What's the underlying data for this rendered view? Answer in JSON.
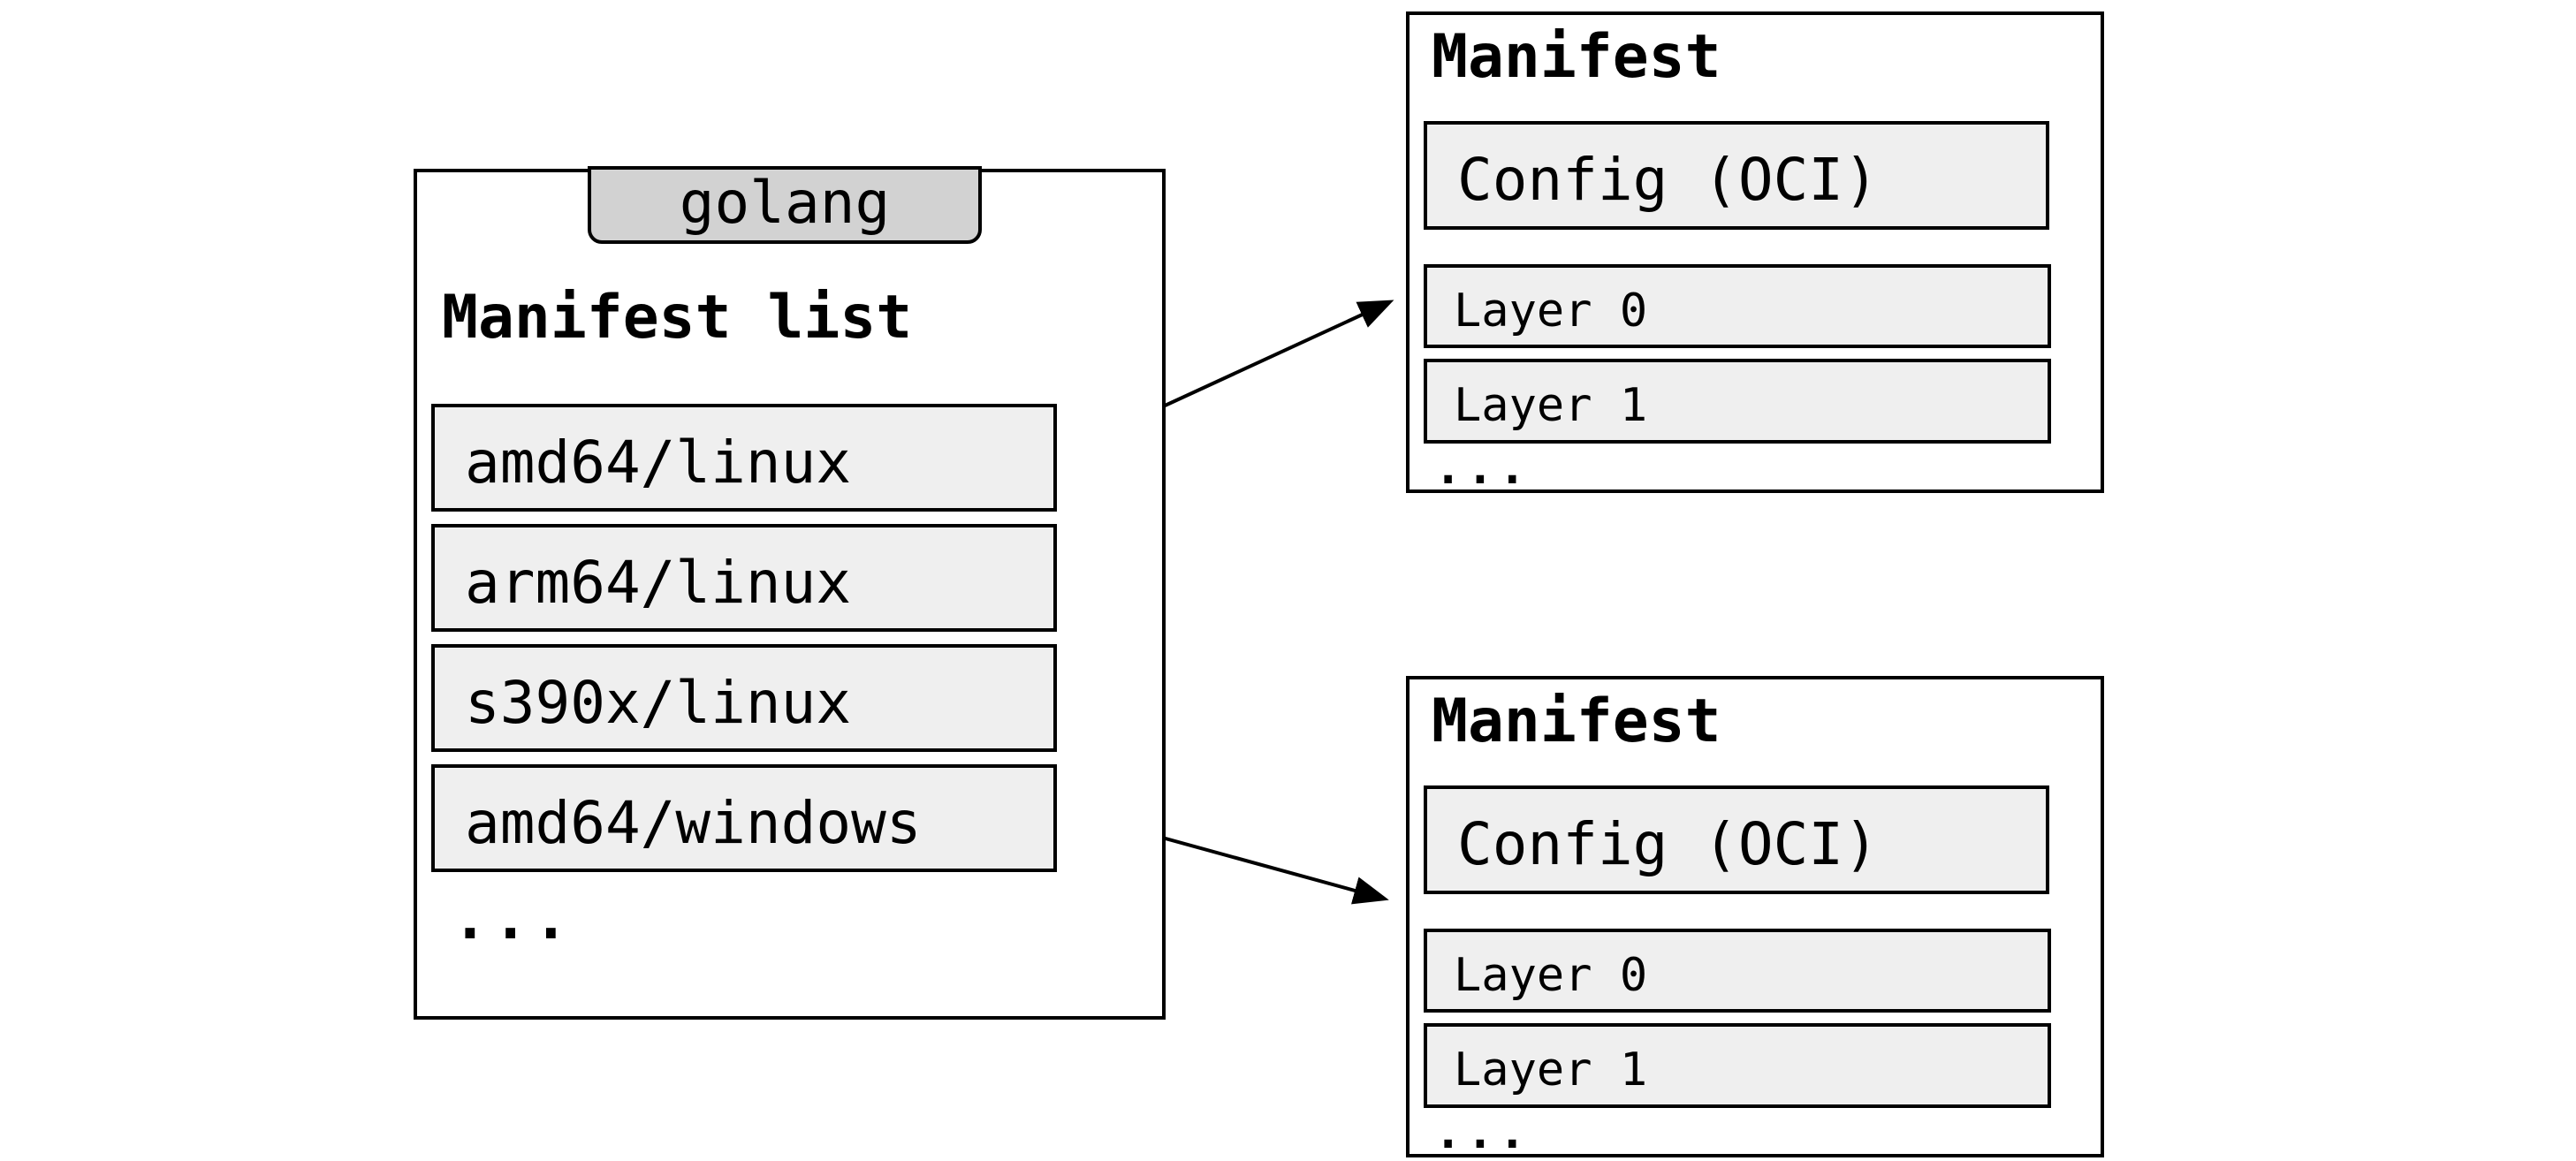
{
  "diagram": {
    "repository_tag": "golang",
    "manifest_list": {
      "title": "Manifest list",
      "platforms": [
        "amd64/linux",
        "arm64/linux",
        "s390x/linux",
        "amd64/windows"
      ],
      "more_indicator": "..."
    },
    "manifests": [
      {
        "title": "Manifest",
        "config_label": "Config (OCI)",
        "layers": [
          "Layer 0",
          "Layer 1"
        ],
        "more_indicator": "..."
      },
      {
        "title": "Manifest",
        "config_label": "Config (OCI)",
        "layers": [
          "Layer 0",
          "Layer 1"
        ],
        "more_indicator": "..."
      }
    ],
    "links": [
      {
        "from": "amd64/linux",
        "to": "manifest-0"
      },
      {
        "from": "amd64/windows",
        "to": "manifest-1"
      }
    ],
    "colors": {
      "tag_fill": "#d2d2d2",
      "cell_fill": "#efefef",
      "stroke": "#000000",
      "background": "#ffffff"
    }
  }
}
